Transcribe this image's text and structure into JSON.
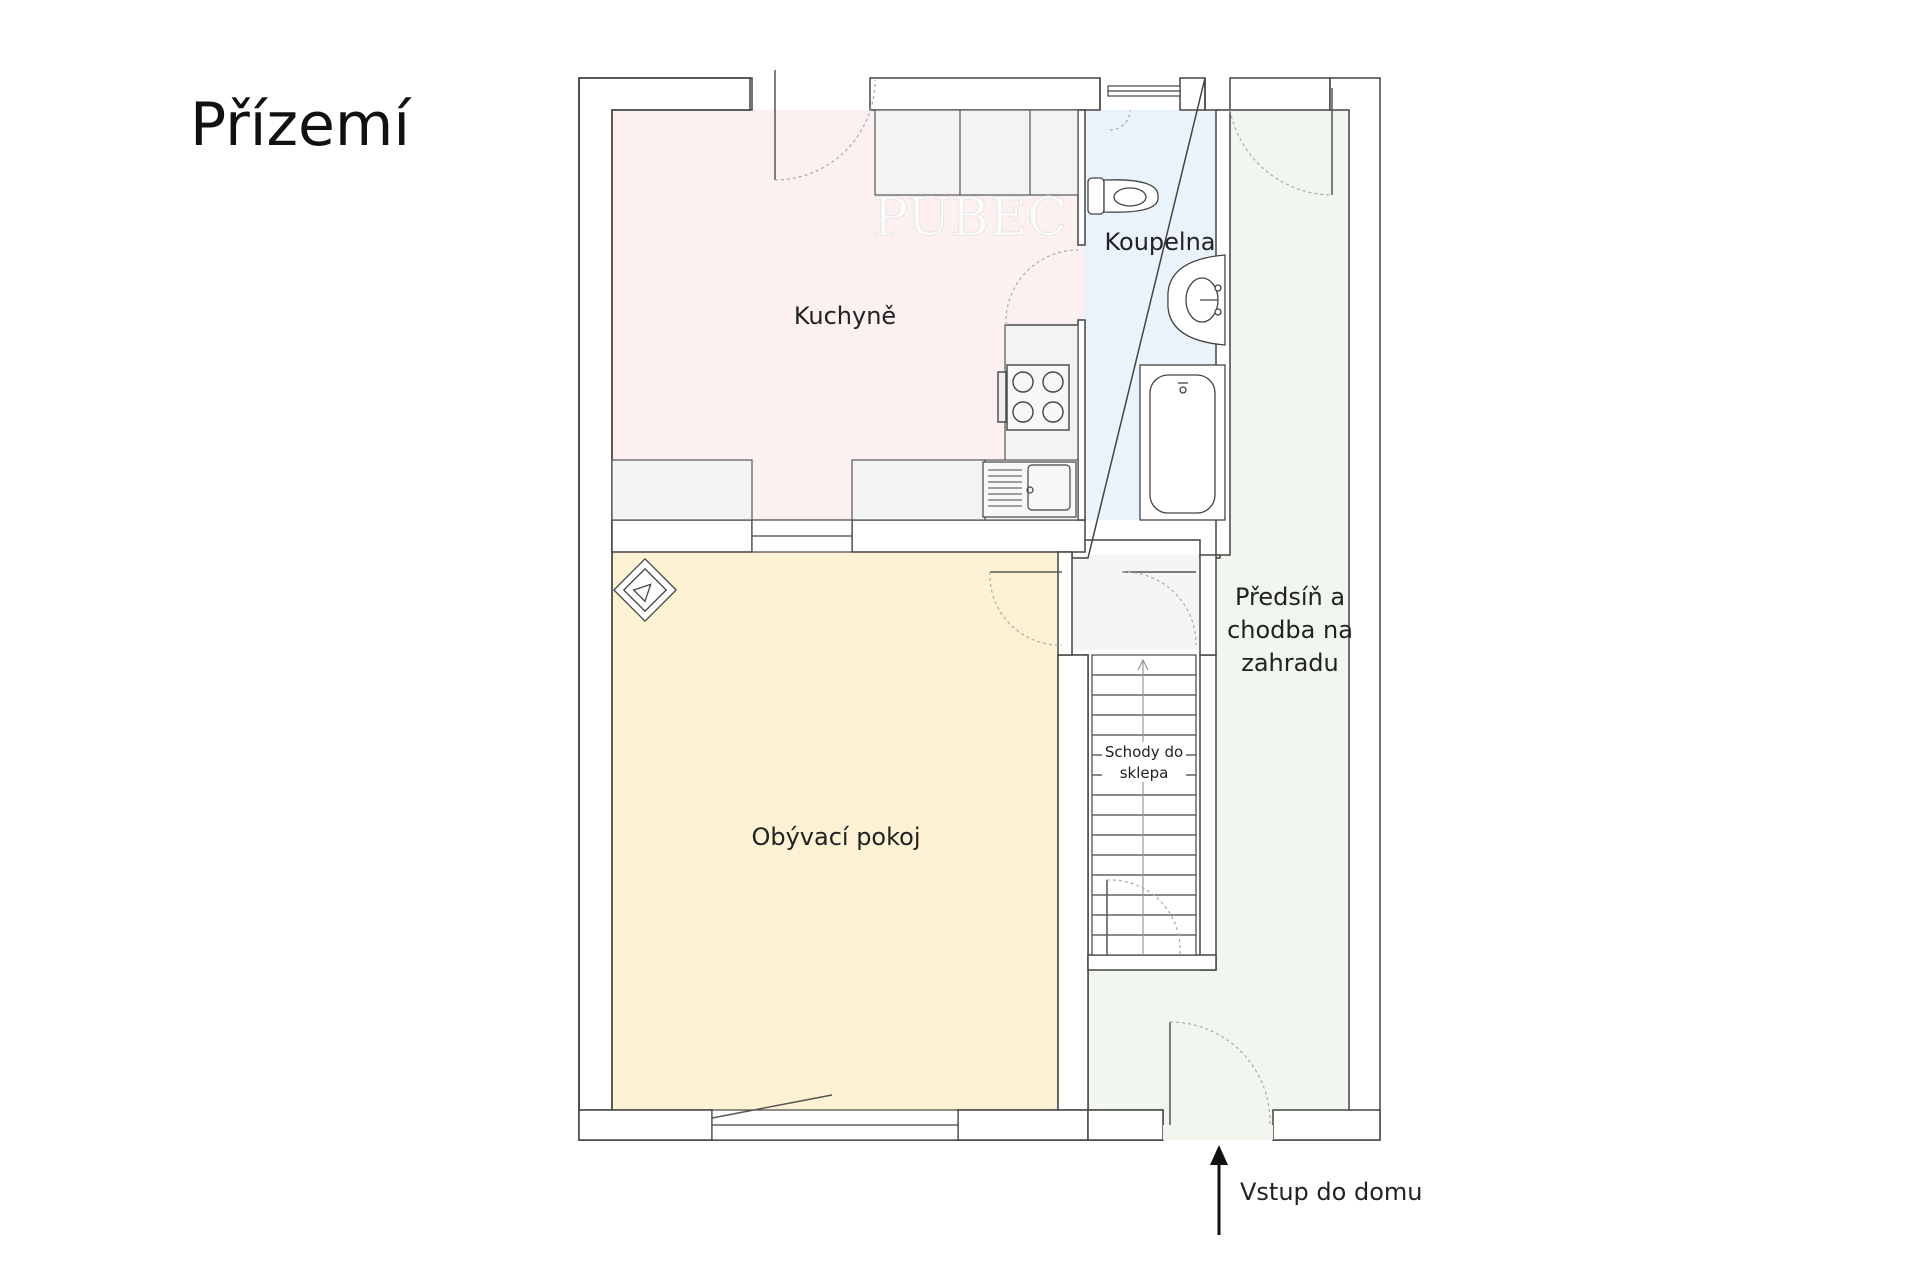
{
  "page": {
    "title": "Přízemí"
  },
  "watermark": {
    "text": "PUBEC"
  },
  "rooms": {
    "kitchen": {
      "label": "Kuchyně"
    },
    "bathroom": {
      "label": "Koupelna"
    },
    "living": {
      "label": "Obývací pokoj"
    },
    "hall": {
      "line1": "Předsíň a",
      "line2": "chodba na",
      "line3": "zahradu"
    },
    "stairs": {
      "line1": "Schody do",
      "line2": "sklepa"
    }
  },
  "entrance": {
    "label": "Vstup do domu"
  },
  "colors": {
    "kitchen": "#fcf0f1",
    "bathroom": "#eaf2fb",
    "living": "#fdf3d4",
    "hall": "#f1f7ef",
    "landing": "#f5f5f5",
    "wall": "#ffffff",
    "wall_stroke": "#444444",
    "fixture": "#f3f3f3"
  }
}
